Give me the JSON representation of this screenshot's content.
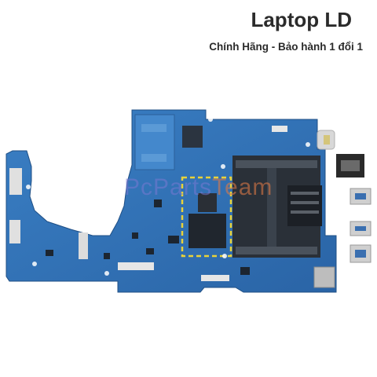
{
  "header": {
    "title": "Laptop LD",
    "subtitle": "Chính Hãng - Bảo hành 1 đổi 1"
  },
  "photo": {
    "subject": "laptop-motherboard",
    "board_color": "#2f6fb3",
    "chip_highlight_color": "#e8d23a"
  },
  "watermark": {
    "part1": "PcParts",
    "part2": "Team"
  }
}
